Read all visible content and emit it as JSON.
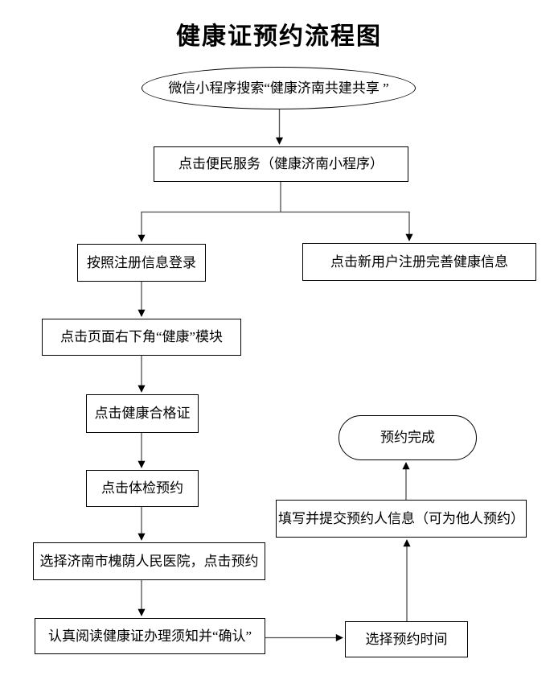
{
  "title": "健康证预约流程图",
  "colors": {
    "background": "#ffffff",
    "node_border": "#000000",
    "connector_line": "#4d4d4d",
    "arrowhead": "#000000",
    "text": "#000000"
  },
  "nodes": {
    "start": {
      "label": "微信小程序搜索“健康济南共建共享 ”",
      "shape": "terminator"
    },
    "service": {
      "label": "点击便民服务（健康济南小程序）",
      "shape": "process"
    },
    "login": {
      "label": "按照注册信息登录",
      "shape": "process"
    },
    "register": {
      "label": "点击新用户注册完善健康信息",
      "shape": "process"
    },
    "module": {
      "label": "点击页面右下角“健康”模块",
      "shape": "process"
    },
    "cert": {
      "label": "点击健康合格证",
      "shape": "process"
    },
    "exam": {
      "label": "点击体检预约",
      "shape": "process"
    },
    "hospital": {
      "label": "选择济南市槐荫人民医院，点击预约",
      "shape": "process"
    },
    "notice": {
      "label": "认真阅读健康证办理须知并“确认”",
      "shape": "process"
    },
    "time": {
      "label": "选择预约时间",
      "shape": "process"
    },
    "submit": {
      "label": "填写并提交预约人信息（可为他人预约）",
      "shape": "process"
    },
    "done": {
      "label": "预约完成",
      "shape": "terminator"
    }
  }
}
